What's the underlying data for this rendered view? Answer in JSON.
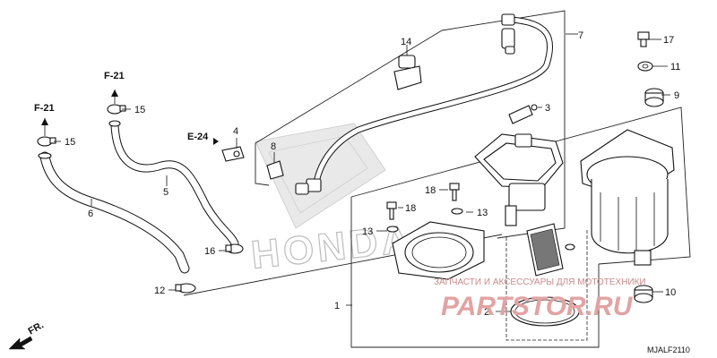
{
  "diagram": {
    "drawing_code": "MJALF2110",
    "direction_arrow_label": "FR.",
    "watermark_text": "ЗАПЧАСТИ И АКСЕССУАРЫ ДЛЯ МОТОТЕХНИКИ",
    "watermark_brand": "PARTSTOR.RU",
    "logo_text": "HONDA",
    "section_refs": [
      {
        "id": "ref-f21-top",
        "text": "F-21"
      },
      {
        "id": "ref-f21-left",
        "text": "F-21"
      },
      {
        "id": "ref-e24",
        "text": "E-24"
      }
    ],
    "callouts": [
      {
        "id": "c1",
        "text": "1"
      },
      {
        "id": "c2",
        "text": "2"
      },
      {
        "id": "c3",
        "text": "3"
      },
      {
        "id": "c4",
        "text": "4"
      },
      {
        "id": "c5",
        "text": "5"
      },
      {
        "id": "c6",
        "text": "6"
      },
      {
        "id": "c7",
        "text": "7"
      },
      {
        "id": "c8",
        "text": "8"
      },
      {
        "id": "c9",
        "text": "9"
      },
      {
        "id": "c10",
        "text": "10"
      },
      {
        "id": "c11",
        "text": "11"
      },
      {
        "id": "c12",
        "text": "12"
      },
      {
        "id": "c13a",
        "text": "13"
      },
      {
        "id": "c13b",
        "text": "13"
      },
      {
        "id": "c14",
        "text": "14"
      },
      {
        "id": "c15a",
        "text": "15"
      },
      {
        "id": "c15b",
        "text": "15"
      },
      {
        "id": "c16",
        "text": "16"
      },
      {
        "id": "c17",
        "text": "17"
      },
      {
        "id": "c18a",
        "text": "18"
      },
      {
        "id": "c18b",
        "text": "18"
      }
    ]
  }
}
